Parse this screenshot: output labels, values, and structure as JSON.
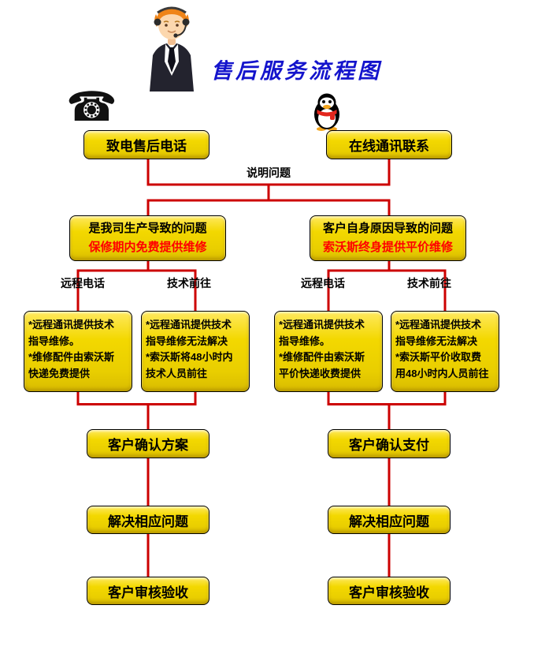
{
  "title": "售后服务流程图",
  "contacts": {
    "phone_button": "致电售后电话",
    "online_button": "在线通讯联系"
  },
  "explain_label": "说明问题",
  "icons": {
    "telephone_glyph": "☎",
    "qq_icon_name": "qq-messenger-icon",
    "agent_illustration_name": "support-agent-illustration"
  },
  "colors": {
    "node_fill": "#f0d400",
    "connector_line": "#cc0000",
    "title_text": "#1414cc",
    "policy_text": "#ff0000"
  },
  "branches": {
    "left": {
      "condition": "是我司生产导致的问题",
      "policy": "保修期内免费提供维修",
      "remote_label": "远程电话",
      "onsite_label": "技术前往",
      "remote_detail": [
        "*远程通讯提供技术",
        "指导维修。",
        "*维修配件由索沃斯",
        "快递免费提供"
      ],
      "onsite_detail": [
        "*远程通讯提供技术",
        "指导维修无法解决",
        "*索沃斯将48小时内",
        "技术人员前往"
      ],
      "confirm": "客户确认方案",
      "solve": "解决相应问题",
      "accept": "客户审核验收"
    },
    "right": {
      "condition": "客户自身原因导致的问题",
      "policy": "索沃斯终身提供平价维修",
      "remote_label": "远程电话",
      "onsite_label": "技术前往",
      "remote_detail": [
        "*远程通讯提供技术",
        "指导维修。",
        "*维修配件由索沃斯",
        "平价快递收费提供"
      ],
      "onsite_detail": [
        "*远程通讯提供技术",
        "指导维修无法解决",
        "*索沃斯平价收取费",
        "用48小时内人员前往"
      ],
      "confirm": "客户确认支付",
      "solve": "解决相应问题",
      "accept": "客户审核验收"
    }
  }
}
